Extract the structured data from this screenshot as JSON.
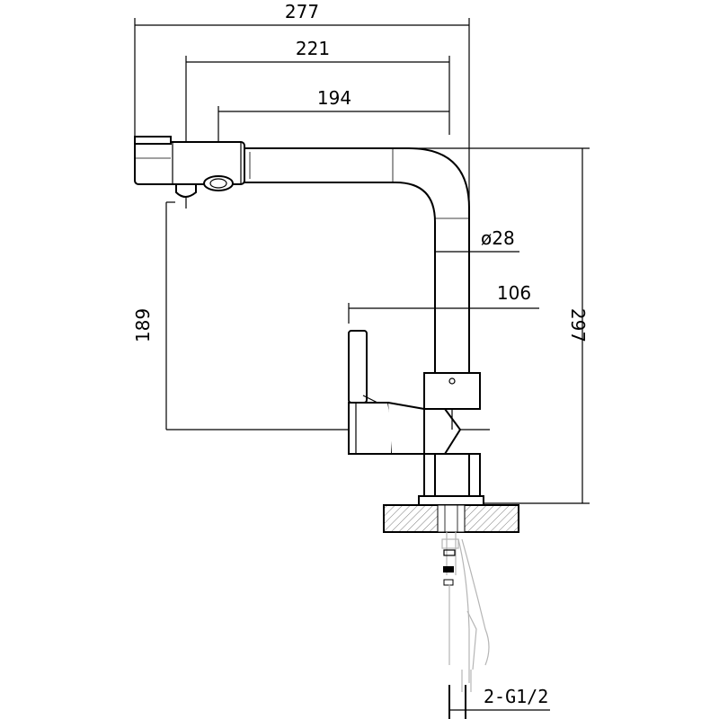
{
  "dimensions": {
    "overall_reach": "277",
    "spout_reach_mid": "221",
    "spout_reach_short": "194",
    "spout_diameter": "ø28",
    "handle_offset": "106",
    "spout_height": "189",
    "overall_height": "297"
  },
  "connection_note": "2-G1/2",
  "colors": {
    "line": "#000000",
    "hose": "#b5b5b5"
  }
}
